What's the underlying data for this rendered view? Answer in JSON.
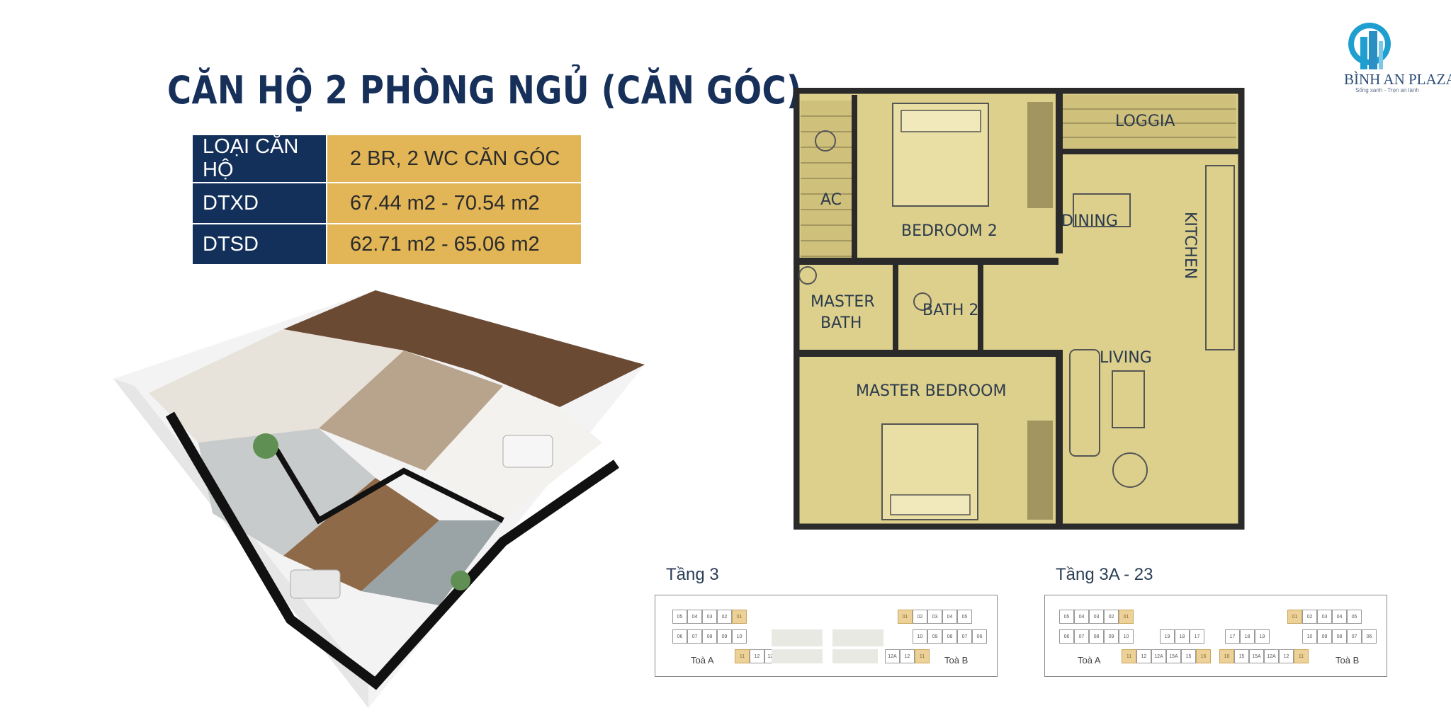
{
  "heading": "CĂN HỘ 2 PHÒNG NGỦ (CĂN GÓC)",
  "brand": {
    "name": "BÌNH AN PLAZA",
    "tagline": "Sống xanh - Trọn an lành",
    "color": "#1e9fd0"
  },
  "specs": [
    {
      "label": "LOẠI CĂN HỘ",
      "value": "2 BR, 2 WC CĂN GÓC"
    },
    {
      "label": "DTXD",
      "value": "67.44 m2 - 70.54 m2"
    },
    {
      "label": "DTSD",
      "value": "62.71 m2 - 65.06 m2"
    }
  ],
  "rooms": {
    "loggia": "LOGGIA",
    "ac": "AC",
    "bedroom2": "BEDROOM 2",
    "dining": "DINING",
    "kitchen": "KITCHEN",
    "master_bath_1": "MASTER",
    "master_bath_2": "BATH",
    "bath2": "BATH 2",
    "living": "LIVING",
    "master_bedroom": "MASTER BEDROOM"
  },
  "colors": {
    "navy": "#12305a",
    "gold": "#e2b557",
    "plan_fill": "#ddd08c",
    "unit_highlight": "#ecd199"
  },
  "floor_keys": [
    {
      "title": "Tầng 3",
      "building_a": "Toà A",
      "building_b": "Toà B",
      "a_top": [
        "05",
        "04",
        "03",
        "02",
        "01"
      ],
      "a_mid": [
        "06",
        "07",
        "08",
        "09",
        "10"
      ],
      "a_bot": [
        "11",
        "12",
        "12A"
      ],
      "b_top": [
        "01",
        "02",
        "03",
        "04",
        "05"
      ],
      "b_mid": [
        "10",
        "09",
        "08",
        "07",
        "06"
      ],
      "b_bot": [
        "12A",
        "12",
        "11"
      ]
    },
    {
      "title": "Tầng 3A - 23",
      "building_a": "Toà A",
      "building_b": "Toà B",
      "a_top": [
        "05",
        "04",
        "03",
        "02",
        "01"
      ],
      "a_mid": [
        "06",
        "07",
        "08",
        "09",
        "10"
      ],
      "a_core": [
        "19",
        "18",
        "17"
      ],
      "a_bot": [
        "11",
        "12",
        "12A",
        "15A",
        "15",
        "16"
      ],
      "b_top": [
        "01",
        "02",
        "03",
        "04",
        "05"
      ],
      "b_mid": [
        "10",
        "09",
        "08",
        "07",
        "06"
      ],
      "b_core": [
        "17",
        "18",
        "19"
      ],
      "b_bot": [
        "16",
        "15",
        "15A",
        "12A",
        "12",
        "11"
      ]
    }
  ]
}
